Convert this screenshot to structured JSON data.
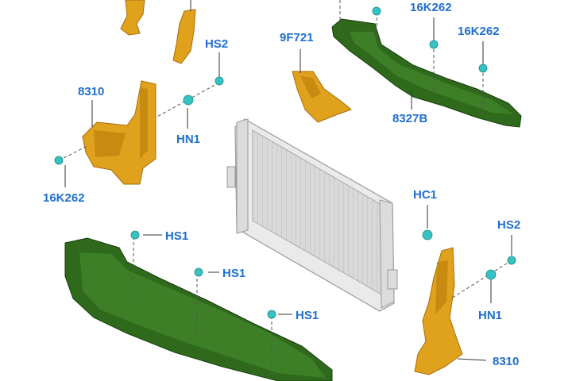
{
  "colors": {
    "label": "#1f6fd0",
    "orange_part": "#e0a11c",
    "orange_dark": "#a86d0a",
    "green_part": "#2f6a1c",
    "green_dark": "#173d0c",
    "radiator": "#cfcfcf",
    "clip": "#35c2c0",
    "leader": "#333333"
  },
  "labels": {
    "hs2_top": "HS2",
    "p8310_left": "8310",
    "hn1_left": "HN1",
    "k262_left": "16K262",
    "f721": "9F721",
    "k262_top_a": "16K262",
    "k262_top_b": "16K262",
    "p8327b": "8327B",
    "hc1": "HC1",
    "hs2_right": "HS2",
    "hn1_right": "HN1",
    "p8310_right": "8310",
    "hs1_a": "HS1",
    "hs1_b": "HS1",
    "hs1_c": "HS1"
  }
}
